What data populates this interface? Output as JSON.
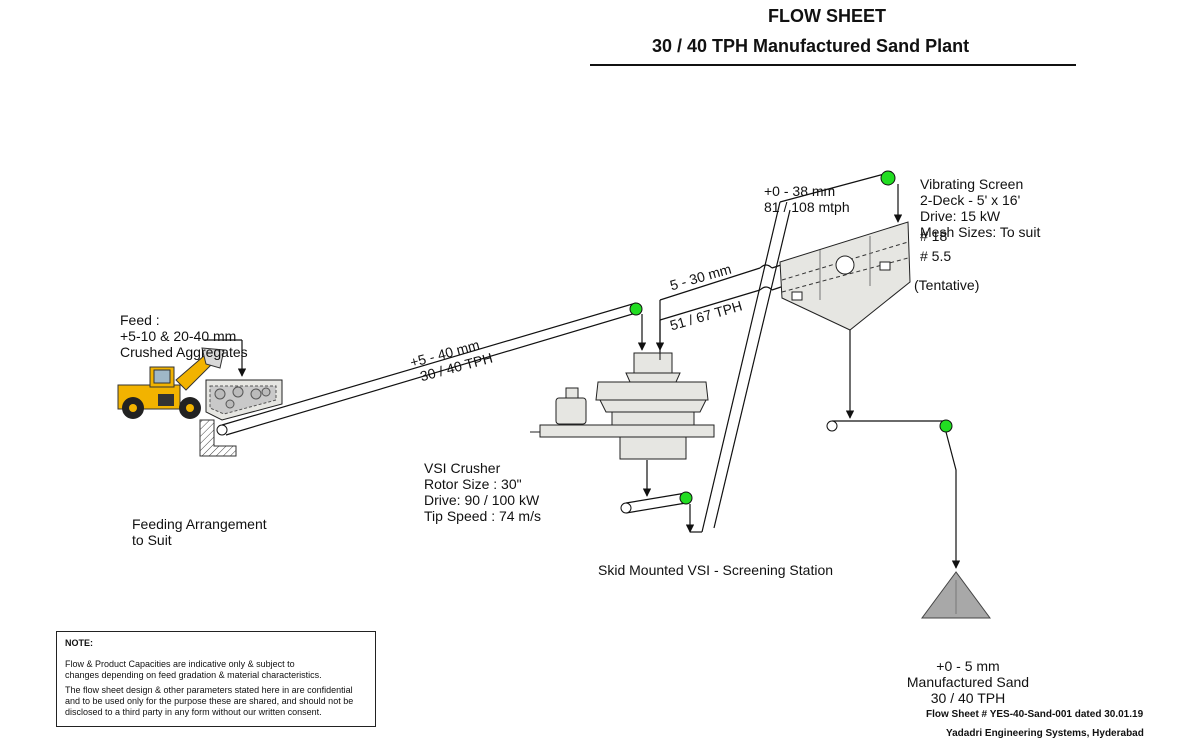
{
  "header": {
    "title": "FLOW SHEET",
    "subtitle": "30 / 40 TPH Manufactured Sand Plant"
  },
  "feed": {
    "lines": [
      "Feed :",
      "+5-10 & 20-40 mm",
      "Crushed Aggregates"
    ]
  },
  "feeding_arrangement": {
    "lines": [
      "Feeding Arrangement",
      "to Suit"
    ]
  },
  "conveyor_feed": {
    "size": "+5 - 40 mm",
    "capacity": "30 / 40 TPH"
  },
  "return_conveyor": {
    "size": "5 - 30 mm",
    "capacity": "51 / 67 TPH"
  },
  "screen_feed": {
    "size": "+0 - 38 mm",
    "capacity": "81 / 108 mtph"
  },
  "vibrating_screen": {
    "lines": [
      "Vibrating Screen",
      "2-Deck - 5' x 16'",
      "Drive: 15 kW",
      "Mesh Sizes: To suit"
    ]
  },
  "mesh": {
    "top": "# 18",
    "bottom": "# 5.5",
    "note": "(Tentative)"
  },
  "vsi_crusher": {
    "lines": [
      "VSI Crusher",
      "Rotor Size : 30\"",
      "Drive: 90 / 100 kW",
      "Tip Speed : 74 m/s"
    ]
  },
  "station": {
    "label": "Skid Mounted VSI - Screening Station"
  },
  "product": {
    "lines": [
      "+0 - 5 mm",
      "Manufactured Sand",
      "30 / 40 TPH"
    ]
  },
  "note": {
    "heading": "NOTE",
    "para1": [
      "Flow & Product Capacities are indicative only & subject to",
      "changes depending on feed gradation & material characteristics."
    ],
    "para2": [
      "The flow sheet design & other parameters stated  here in are confidential",
      "and to be used only for the purpose these are shared, and should not be",
      "disclosed to a third party in any form without our written consent."
    ]
  },
  "footer": {
    "flow_sheet_no": "Flow Sheet # YES-40-Sand-001 dated 30.01.19",
    "company": "Yadadri Engineering Systems, Hyderabad"
  },
  "colors": {
    "pulley": "#22dd22",
    "loader": "#f2b300",
    "equipment": "#e6e6e2",
    "pile": "#a8a8a8"
  }
}
